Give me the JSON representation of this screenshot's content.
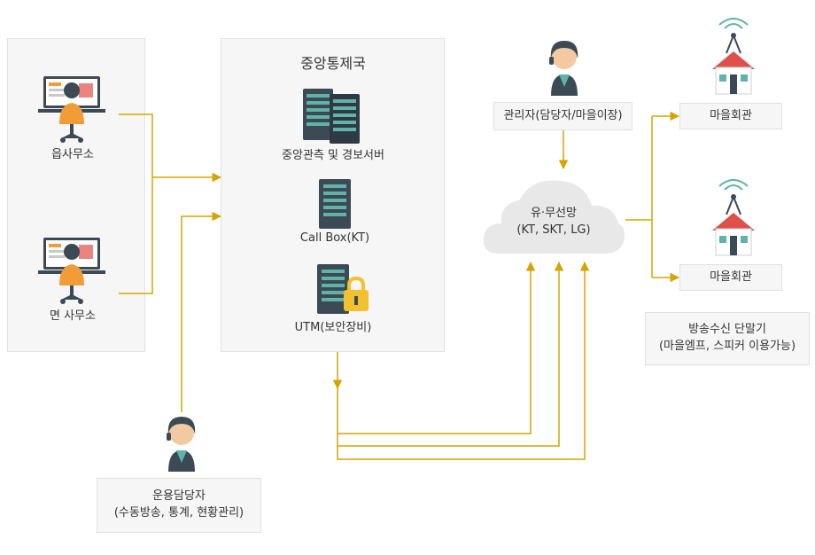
{
  "left_panel": {
    "office1_label": "읍사무소",
    "office2_label": "면 사무소"
  },
  "center_panel": {
    "title": "중앙통제국",
    "server_label": "중앙관측 및 경보서버",
    "callbox_label": "Call Box(KT)",
    "utm_label": "UTM(보안장비)"
  },
  "network": {
    "line1": "유·무선망",
    "line2": "(KT, SKT, LG)"
  },
  "manager": {
    "label": "관리자(담당자/마을이장)"
  },
  "operator": {
    "line1": "운용담당자",
    "line2": "(수동방송, 통계, 현황관리)"
  },
  "village_halls": {
    "hall1": "마을회관",
    "hall2": "마을회관"
  },
  "terminal": {
    "line1": "방송수신 단말기",
    "line2": "(마을엠프, 스피커 이용가능)"
  },
  "colors": {
    "connector": "#d4a500",
    "panel_bg": "#f6f6f6",
    "server_dark": "#3b4a55",
    "server_teal": "#5fb3a8",
    "person_orange": "#f29c38",
    "roof_red": "#e0504a"
  }
}
